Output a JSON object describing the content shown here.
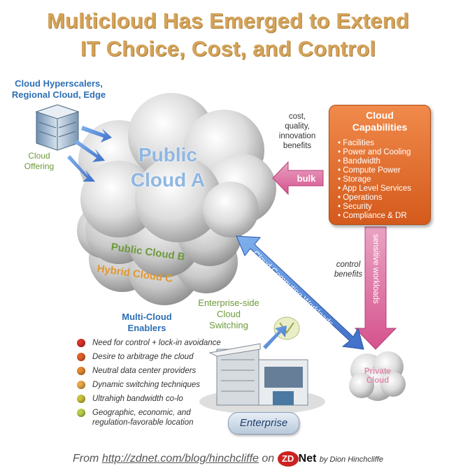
{
  "title": {
    "line1": "Multicloud Has Emerged to Extend",
    "line2": "IT Choice, Cost, and Control"
  },
  "hyperscalers": {
    "label_line1": "Cloud Hyperscalers,",
    "label_line2": "Regional Cloud, Edge",
    "offering_line1": "Cloud",
    "offering_line2": "Offering"
  },
  "clouds": {
    "public_a_line1": "Public",
    "public_a_line2": "Cloud A",
    "public_b_word1": "Public",
    "public_b_word2": "Cloud B",
    "hybrid_c_word1": "Hybrid",
    "hybrid_c_word2": "Cloud C",
    "private_line1": "Private",
    "private_line2": "Cloud"
  },
  "benefits": {
    "line1": "cost,",
    "line2": "quality,",
    "line3": "innovation",
    "line4": "benefits",
    "bulk": "bulk",
    "control_line1": "control",
    "control_line2": "benefits",
    "sensitive": "sensitive workloads",
    "workloads": "Cloud Computing Workloads"
  },
  "capabilities": {
    "title_line1": "Cloud",
    "title_line2": "Capabilities",
    "items": [
      "Facilities",
      "Power and Cooling",
      "Bandwidth",
      "Compute Power",
      "Storage",
      "App Level Services",
      "Operations",
      "Security",
      "Compliance & DR"
    ]
  },
  "switching": {
    "line1": "Enterprise-side",
    "line2": "Cloud",
    "line3": "Switching"
  },
  "enablers": {
    "title_line1": "Multi-Cloud",
    "title_line2": "Enablers",
    "items": [
      {
        "text_line1": "Need for control + lock-in avoidance",
        "text_line2": "",
        "color": "#d9342a"
      },
      {
        "text_line1": "Desire to arbitrage the cloud",
        "text_line2": "",
        "color": "#e0602a"
      },
      {
        "text_line1": "Neutral data center providers",
        "text_line2": "",
        "color": "#e58a30"
      },
      {
        "text_line1": "Dynamic switching techniques",
        "text_line2": "",
        "color": "#e8a845"
      },
      {
        "text_line1": "Ultrahigh bandwidth co-lo",
        "text_line2": "",
        "color": "#c9c13a"
      },
      {
        "text_line1": "Geographic, economic, and",
        "text_line2": "regulation-favorable location",
        "color": "#b8cf4a"
      }
    ]
  },
  "enterprise": {
    "label": "Enterprise"
  },
  "footer": {
    "from": "From",
    "url": "http://zdnet.com/blog/hinchcliffe",
    "on": "on",
    "zd": "ZD",
    "net": "Net",
    "by": "by Dion Hinchcliffe"
  }
}
